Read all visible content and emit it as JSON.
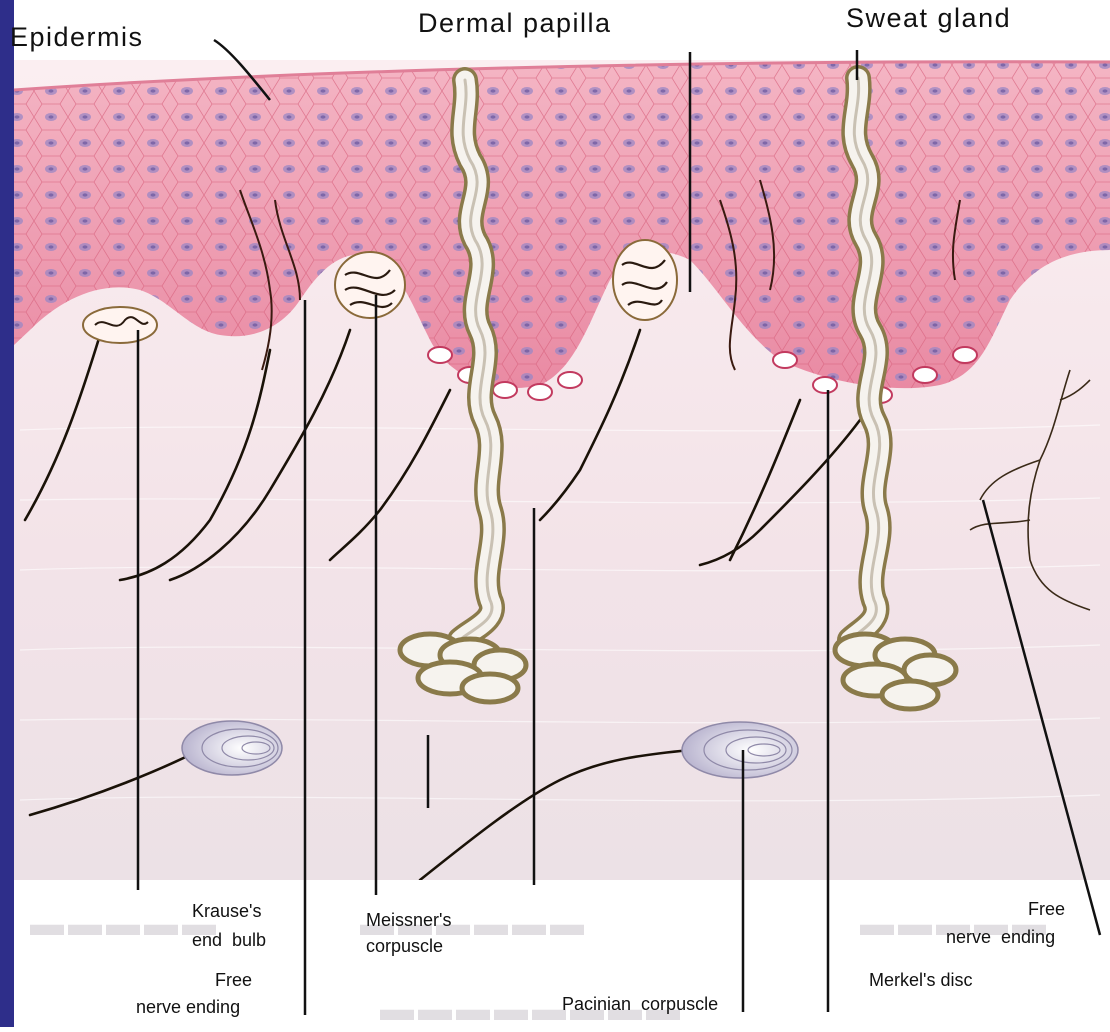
{
  "labels": {
    "epidermis": "Epidermis",
    "dermal_papilla": "Dermal papilla",
    "sweat_gland": "Sweat gland",
    "krause_1": "Krause's",
    "krause_2": "end  bulb",
    "free_left_1": "Free",
    "free_left_2": "nerve ending",
    "meissner_1": "Meissner's",
    "meissner_2": "corpuscle",
    "pacinian": "Pacinian  corpuscle",
    "free_right_1": "Free",
    "free_right_2": "nerve  ending",
    "merkel": "Merkel's disc"
  },
  "colors": {
    "left_bar": "#2e2e8a",
    "epidermis": "#f0a6b8",
    "dermis": "#f6e6ea",
    "nerve": "#1a1208",
    "leader": "#111111"
  }
}
